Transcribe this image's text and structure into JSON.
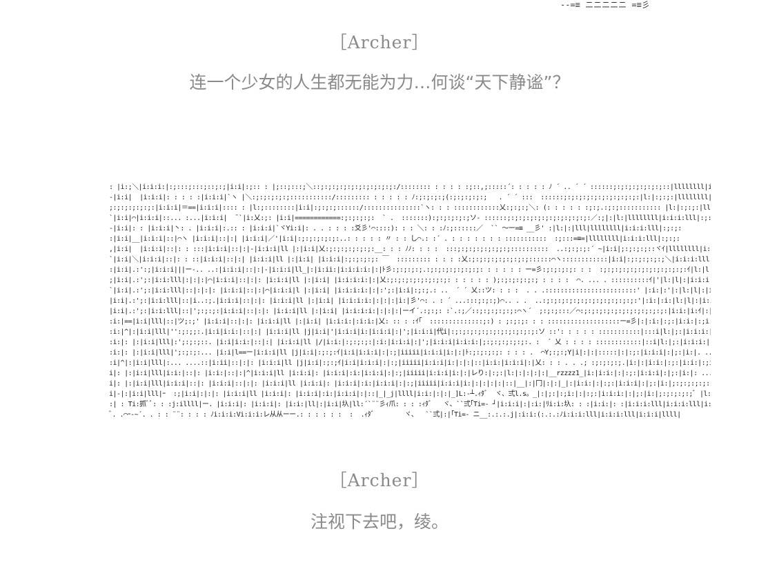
{
  "header_fragment": "--=≡ ニニニニニ =≡彡",
  "blocks": [
    {
      "speaker": "［Archer］",
      "line": "连一个少女的人生都无能为力…何谈“天下静谧”？"
    },
    {
      "speaker": "［Archer］",
      "line": "注视下去吧，绫。"
    }
  ],
  "art_lines": [
    ": |i:;＼|i:i:i:|:;:::;:::;::;:;|i:i|:;:: : |;::;:::;＼::;:;:;:;:;:;:;:;:;:;:/:::::::: : : : : :;::,;:::::´: : : : : ﾉ ´ .. ´ ´ ::::::;:;:;:;:;:;:;::|llllllll|i:i:i:llll|;:;:;:",
    "-|i:i|  |i:i:i|: : : : :|i:i:i|`ヽ |＼:;:;:;:;:;:::::::::::/::::::::: : : : : : ﾉ:;:;:;:;(:;:;:;:;:;   . ´ ´ :::  ::::::;:;:;:;:;:;:;:;:;:;:|l:|:;:;:|llllllll|i:i:i:lll|:;:;:",
    ";:;:;:;:;:;:|i:i:i|＝==|i:i:i|:::: : |l:;::::::::|i:i|:;:;:;::::::/:::::::::::::::`ヽ: : : ::::::::::::乂:;:;:;＼: (: : : : : :;:;.:;:;::::::::::: |l:|:;:;:|lllllll|i:i:i:llll|:;:;:",
    "`|i:i|⌒|i:i:i|::... :...|i:i:i|  ¯`|i:乂:;: |i:i|============:;:;:;:;:  ` .  :::::::):;:;:;:;:;ソ- ::::::;:;:;:;:;:;:;:;:;:;:;:／:;|:|l:|llllllll|i:i:i:lll|:;:;:",
    "-|i:i|: : |i:i:i|丶: . |i:i:i|:.:: : |i:i:i|`ヾYi:i|: . . : : : :爻彡'⌒::::): : : ＼: : :ﾉ:;::::::／  `` 〜ー=≡ __彡' :|l:|:|lll|llllllll|i:i:i:lll|:;:;:",
    ":|i:i|__|i:i:i|::|⌒ヽ |i:i:i|::|:| |i:i:i|／'|i:i|:;:;:;:;:;:..: : : : : 〃 : : し⌒.: :´ . : : : : : : : :::::::::::  :;:::=≡=|llllllll|i:i:i:lll|:;:;:",
    ",|i:i|  |i:i:i|::|: : :::|i:i:i|::|:|-|i:i:i|ll |:|i:i|乂:;:;:;:;:;:;:__: : : ﾉﾉ: : : :  :::;:;:;:;:;:;;:;::::::::::  ..:;:;:;:´ ~|i:i|;:;:;:;::ヾｲ|llllllll|i:i:i:lll|:;:;:",
    "`|i:i|＼|i:i:i|::|: : ::|i:i:i|::|:| |i:i:i|ll |:|i:i| |i:i:i|:;:;:;:;: ￣  ::::::::: : : : :乂:;:;:;:;:;:;:;:;::::::⌒ヽ::::::::::::|i:i|:;:;:;:;:;＼|i:i:i:lll|i:i:i:lll|:;:;:",
    ":|i:i|.:':;|i:i:i|||ー-.. ..:|i:i:i|::|:|-|i:i:i|ll_|:|i:ii:|i:i:i:i:|:|ﾄ彡:;:;:;:;.:;:;:;:;:;:;:;: : : : : : ー=彡:;:;:;:;: : :  :;:;:;:;:;:;:;:;:;:;:;:ｲ|l:|l|:|i:i:i:ll|i:i:i:lll|i:i",
    ";|i:i|.:';:|i:i:lll|:|:|:|⌒|i:i:i|::|:|: |i:i:i|ll |:|i:i| |i:i:i:i:|:|乂:;:;:;:;:;:;:;:;: : : : : : );:;:;:;:;:; : : : :  ⌒. ... . ::::::::::ｲ|'|l:|l|:|i:i:i:ll|i:i:i:lll|i:.",
    "`|i:i|.:';:|i:i:lll|::|:|:|: |i:i:i|::|:|⌒|i:i:i|l |:|i:i| |i:i:i:i:|:|:';:|i:i|:;:;.: ..  ´ ´ 乂::ツ: : : :  . . .::::::::::::::::::::::::' |:i:|:'|:|l:|l|:|i:i:i:ll|i:i:i:lll|i:i.",
    "|i:i|.:';:|i:i:lll|::|i..:;.|i:i:i|::|:|: |i:i:i|ll |:|i:i| |i:i:i:i:|:|:|:|i:|彡'⌒: . : ´ ...:::;:;:;)⌒.. . .  ..:;:;:;:;:;:;:;:;:;:;:;:;:'|:i:|:i:|l:|l|:|i:i:i:ll|i:i:i:lll|i:i:i|",
    "|i:i|.:';:|i:i:lll|::|';:;:;:|i:i:i|::|:|: |i:i:i|ll |:|i:i| |i:i:i:i:|:|:|:|ーイ´.:;:;: :`.:;／::;:;:;:;:;:⌒ヽ´  ;:;:;:::／⌒:;:;:;:;:;:;:;:;:;:;:;:|i:i:|i:ｲ|:|l:|l|:|i:i:i:ll|i:i:i:lll|i:i:i|",
    ":i:|==|i:i|lll|::|ツ;:;' |i:i:i|::|:|: |i:i:i|ll |:|i:i| |i:i:i:|:i:i:|乂: :: : :ｲ｢  ::::::::::::::;:) : ;:;:;: : : :::::::::::::::::::ー=彡|:|:i:|:;:|i:i:|:;i:|l:|l|:|i:i:i:ll|i:i:i:lll|i:i:i|",
    ":i:|^|:|i:i|lll|'':;:;;:.|i:i|i:i:|::|:| |i:i:i|ll |j|i:i|'|i:i:i|i:|i:i:i|:|';|i:i:i|代i|:;:;:;:;:;:;:;:;:;:;:;:ソ ::': : : : : :::::::::::|:::i|l:|;:|i:i:i:|:;:|i:i:|:;i:|l:|l|:|i:i:i:ll|i:i:i:lll|i:i:i|",
    ":i:|: |:|i:i|lll|:';:;:;::. |i:i|i:i:|::|:| |i:i:i|ll |/|i:i:|:;:;:;:|:i:|i:i:i|:|';|i:i:i|i:i:i:|;:;:;:;:;:;:. :  ´ 乂 : : : : ::::::::::::|::i|l:|;:|i:i:i:|:;:|i:i:|:;i:|l:|l|:|i:i:i:ll|i:i:i:lll|i:i:i|",
    ":i:|: |:|i:i|lll|';:;:;:... |i:i|l==ー|i:i:i|ll |j|i:i|:;:;:ｲ|i:i|i:i:i|:|:;|iiiii|i:i:i|i:|:|ﾄ:;:;:;:;: : : : .  ⌒Y;:;:;Y|i|:|:|:::::|:|:;:|i:i:i|:|;:|i:|. ..:|i:i|:|l:|l|:|i:i:i:ll|i:i:i:lll|i:i:i|",
    ":i|^|:|i:i|lll|:... ....::|i:ii|::|:|: |i:i:i|ll |j|i:i|:;:;ｲ|i:i|i:i:i|:|:;|iiiii|i:i:i|i:|:|:|::|i:i:|i:i:i|:|乂: : : . . .; :;:;:;:;.|i:|:|i:i:|:;:|i:i:|:;i:|l:|l|:|i:i:i:ll|i:i:i:lll|i:i:i|",
    "i|: |:|i:i|lll|i:i:|::|: |i:i:|::|:|^|i:i:i|ll |i:i:i|: |i:i:i|:i:|i:i:i|:|:;|iiiii|i:i:i|i:|:|レり:|:;:|l:|:|:|:|:|__rzzzz1_|i:|i:i:|:|:;:|i:i:i|:|;:|i:|: ..... . : |i:i|:|l:|l|:|i:i:i:ll|i:i:i:lll|i:i:i|",
    "i|: |:|i:i|lll|i:i:i|::|: |i:i:i|::|:|: |i:i:i|ll |i:i:i|: |i:i:i|:i:|i:i:i|:|:;|iiiii|i:i:i|i:|:|:|:|:|::|__|:|冂|:|:|_|:|i:i:|:|:;:|i:i:i|:|;:|i:|;:;:;:;:;::. . |i:i|:|l:|l|:|i:i:i:ll|i:i:i:lll|i:i:i|",
    "i|-|:|i:i|lll|ｰ  :;|i:i|:|:|: |i:i:i|ll |i:i:i|: |i:i:i|:i:|i:i:i|:|::|_|_j|llll|i:i:|:|:|_]L:-┴.ｨﾀﾞ  ヾ、弍l.s。_|:|;:|:;i:|:|:;:|i:i:i:|:|;:|i:|;:;:;:;:;ﾞ |l:|i:i:|:|_|:|i:i:i:lll|i:i:i:lll|i:i:i|",
    ":| : Ti:抓ﾞﾞ: : :j:illll|ー. |i:i:i|: |i:i:i|: |i:i:|ll|:|i:i|圦|ll:´`¨¨彡ｨ爪: : : :ｨﾀﾞ   ヾ、``弍｢Ti=- ┘|i:i:i|:|:i:|ﾘi:i:圦: : :|i:i:|: :|i:i:i:lll|i:i:i:lll|i:i:i|llll(",
    "ﾞ. .⌒ｰ-~´. . : : ¨¨: : : : ﾉi:i:i:Vi:i:i:レ从从ーー.: : : : : :  :  .ｨﾀﾞ        ヾ、  ``弍|:|｢Ti=- ニ__:.:.:.j|:i:i:(:.:.:ﾉi:i:i:lll|i:i:i:lll|i:i:i|llll|"
  ]
}
